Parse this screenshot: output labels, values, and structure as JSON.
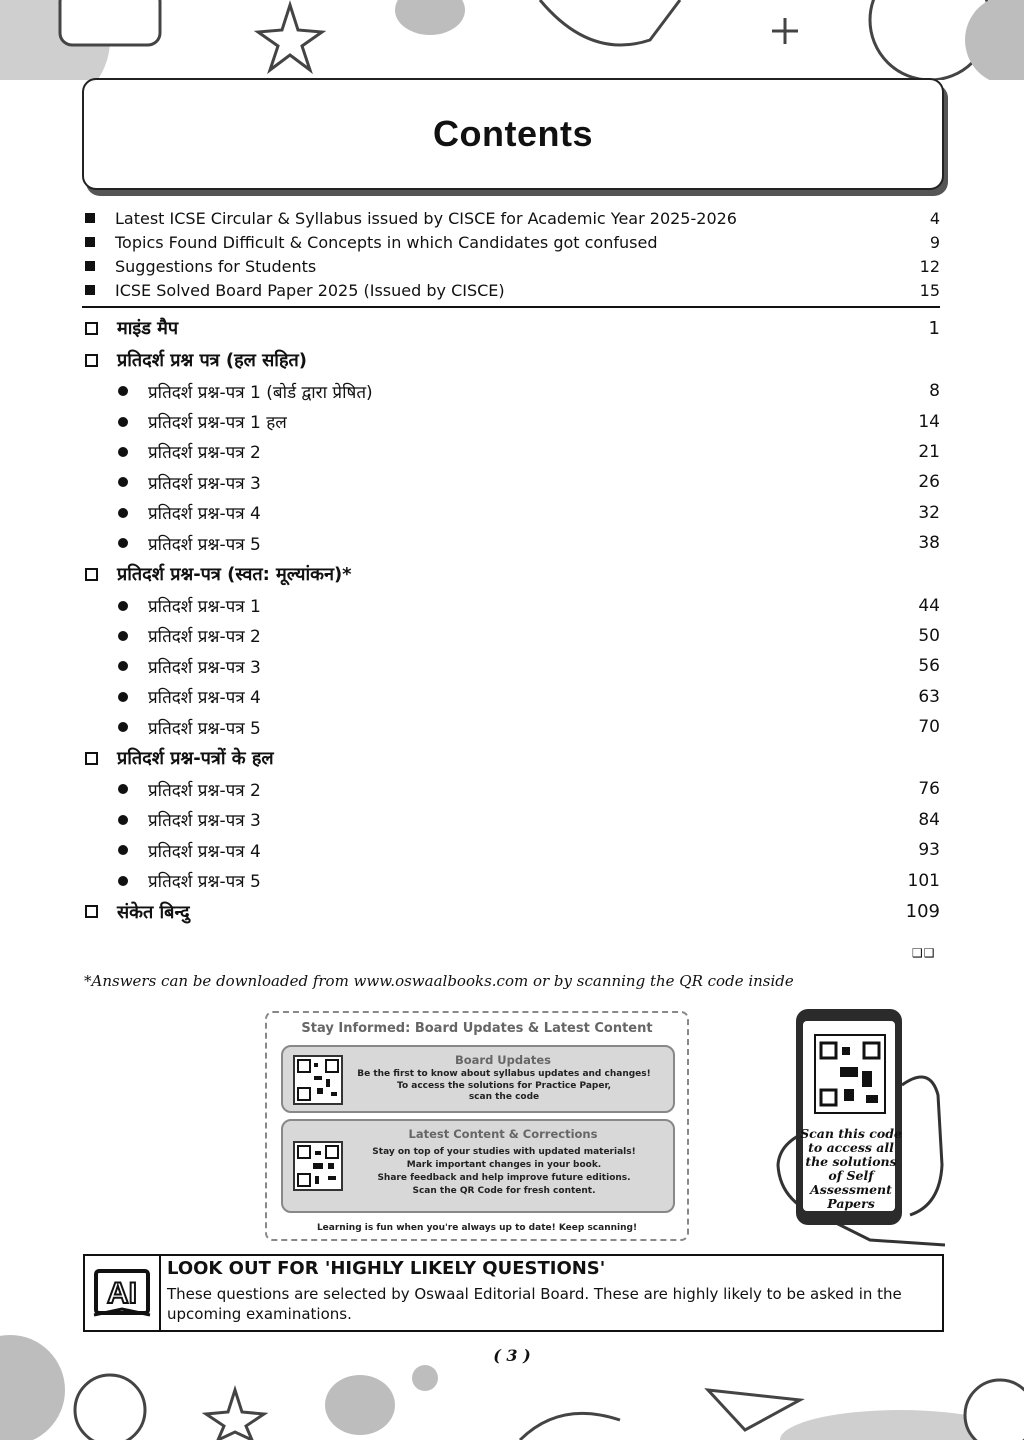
{
  "title": "Contents",
  "intro_items": [
    {
      "label": "Latest ICSE Circular & Syllabus issued by CISCE for Academic Year 2025-2026",
      "page": "4"
    },
    {
      "label": "Topics Found Difficult & Concepts in which Candidates got confused",
      "page": "9"
    },
    {
      "label": "Suggestions for Students",
      "page": "12"
    },
    {
      "label": "ICSE Solved Board Paper 2025 (Issued by CISCE)",
      "page": "15"
    }
  ],
  "sections": [
    {
      "label": "माइंड मैप",
      "page": "1",
      "items": []
    },
    {
      "label": "प्रतिदर्श प्रश्न पत्र (हल सहित)",
      "page": "",
      "items": [
        {
          "label": "प्रतिदर्श प्रश्न-पत्र 1 (बोर्ड द्वारा प्रेषित)",
          "page": "8"
        },
        {
          "label": "प्रतिदर्श प्रश्न-पत्र 1 हल",
          "page": "14"
        },
        {
          "label": "प्रतिदर्श प्रश्न-पत्र 2",
          "page": "21"
        },
        {
          "label": "प्रतिदर्श प्रश्न-पत्र 3",
          "page": "26"
        },
        {
          "label": "प्रतिदर्श प्रश्न-पत्र 4",
          "page": "32"
        },
        {
          "label": "प्रतिदर्श प्रश्न-पत्र 5",
          "page": "38"
        }
      ]
    },
    {
      "label": "प्रतिदर्श प्रश्न-पत्र (स्वत: मूल्यांकन)*",
      "page": "",
      "items": [
        {
          "label": "प्रतिदर्श प्रश्न-पत्र 1",
          "page": "44"
        },
        {
          "label": "प्रतिदर्श प्रश्न-पत्र 2",
          "page": "50"
        },
        {
          "label": "प्रतिदर्श प्रश्न-पत्र 3",
          "page": "56"
        },
        {
          "label": "प्रतिदर्श प्रश्न-पत्र 4",
          "page": "63"
        },
        {
          "label": "प्रतिदर्श प्रश्न-पत्र 5",
          "page": "70"
        }
      ]
    },
    {
      "label": "प्रतिदर्श प्रश्न-पत्रों के हल",
      "page": "",
      "items": [
        {
          "label": "प्रतिदर्श प्रश्न-पत्र 2",
          "page": "76"
        },
        {
          "label": "प्रतिदर्श प्रश्न-पत्र 3",
          "page": "84"
        },
        {
          "label": "प्रतिदर्श प्रश्न-पत्र 4",
          "page": "93"
        },
        {
          "label": "प्रतिदर्श प्रश्न-पत्र 5",
          "page": "101"
        }
      ]
    },
    {
      "label": "संकेत बिन्दु",
      "page": "109",
      "items": []
    }
  ],
  "end_mark": "❑❑",
  "footnote": "*Answers can be downloaded from www.oswaalbooks.com or by scanning the QR code inside",
  "stay_informed": {
    "title": "Stay Informed: Board Updates & Latest Content",
    "board_updates": {
      "title": "Board Updates",
      "lines": [
        "Be the first to know about syllabus updates and changes!",
        "To access the solutions for Practice Paper,",
        "scan the code"
      ]
    },
    "latest_content": {
      "title": "Latest Content & Corrections",
      "lines": [
        "Stay on top of your studies with updated materials!",
        "Mark important changes in your book.",
        "Share feedback and help improve future editions.",
        "Scan the QR Code for fresh content."
      ]
    },
    "footer": "Learning is fun when you're always up to date! Keep scanning!"
  },
  "phone_caption": "Scan this code to access all the solutions of Self Assessment Papers",
  "ai_box": {
    "logo": "AI",
    "heading": "LOOK OUT FOR 'HIGHLY LIKELY QUESTIONS'",
    "body": "These questions are selected by Oswaal Editorial Board. These are highly likely to be asked in the upcoming examinations."
  },
  "page_number": "( 3 )"
}
